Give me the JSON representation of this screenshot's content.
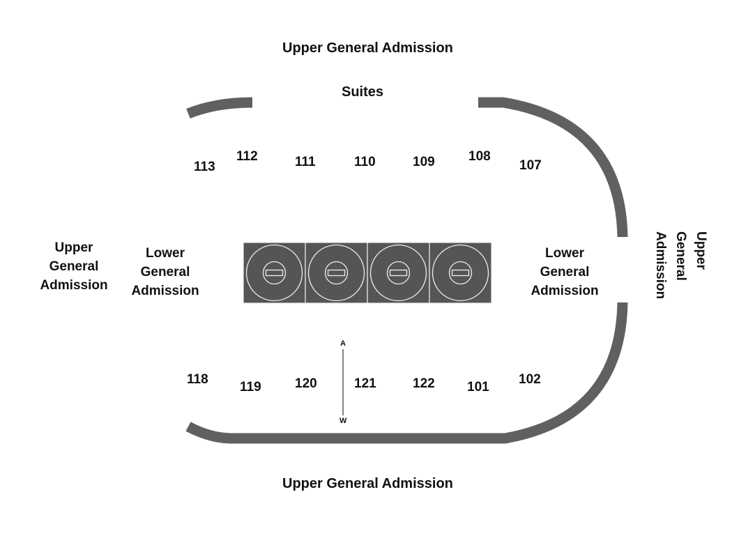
{
  "colors": {
    "wall": "#606060",
    "mat": "#555555",
    "mat_line": "#eeeeee",
    "text": "#111111"
  },
  "labels": {
    "upper_top": "Upper General Admission",
    "upper_bottom": "Upper General Admission",
    "suites": "Suites",
    "upper_left": [
      "Upper",
      "General",
      "Admission"
    ],
    "upper_right": [
      "Upper",
      "General",
      "Admission"
    ],
    "lower_left": [
      "Lower",
      "General",
      "Admission"
    ],
    "lower_right": [
      "Lower",
      "General",
      "Admission"
    ]
  },
  "sections_top": [
    "113",
    "112",
    "111",
    "110",
    "109",
    "108",
    "107"
  ],
  "sections_bottom": [
    "118",
    "119",
    "120",
    "121",
    "122",
    "101",
    "102"
  ],
  "marker": {
    "top": "A",
    "bottom": "W"
  },
  "mats": [
    {
      "name": "mat-1"
    },
    {
      "name": "mat-2"
    },
    {
      "name": "mat-3"
    },
    {
      "name": "mat-4"
    }
  ]
}
